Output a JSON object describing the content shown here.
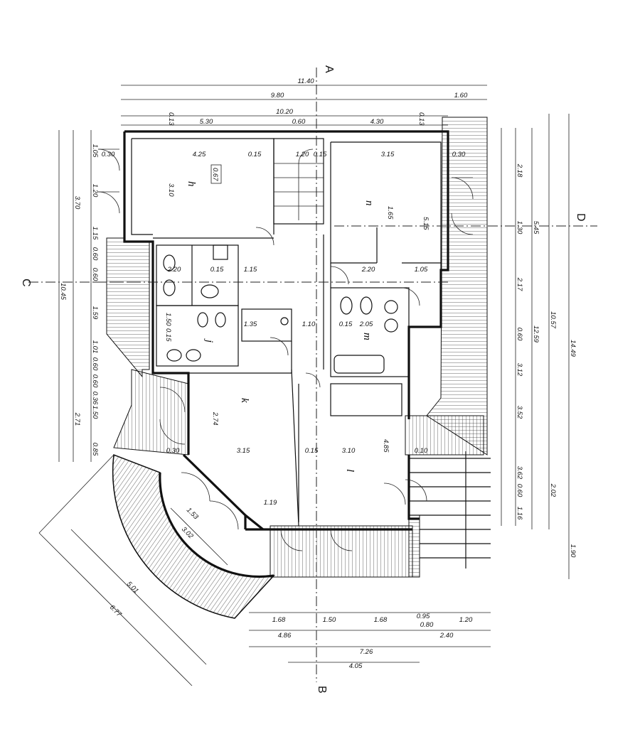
{
  "sections": {
    "a": "A",
    "b": "B",
    "c": "C",
    "d": "D"
  },
  "rooms": {
    "h": "h",
    "n": "n",
    "j": "j",
    "m": "m",
    "k": "k",
    "l": "l",
    "area_tag": "0.67"
  },
  "dims_top": {
    "overall": "11.40",
    "inner": "9.80",
    "right_seg": "1.60",
    "mid": "10.20",
    "left_seg": "5.30",
    "center_seg": "0.60",
    "right_seg2": "4.30",
    "edge_left": "0.13",
    "edge_right": "0.13"
  },
  "dims_inner": {
    "h_width": "4.25",
    "n_width": "3.15",
    "stair_a": "0.15",
    "stair_b": "1.20",
    "stair_c": "0.15",
    "wall_l": "0.30",
    "wall_r": "0.30",
    "h_depth": "3.10",
    "n_depth_a": "1.65",
    "n_depth_b": "5.15",
    "bath_a": "2.20",
    "bath_b": "0.15",
    "bath_c": "1.15",
    "corr_a": "1.35",
    "corr_b": "1.10",
    "corr_c": "0.15",
    "corr_d": "2.05",
    "n_right_a": "2.20",
    "n_right_b": "1.05",
    "k_depth": "2.74",
    "k_width": "3.15",
    "kl_wall": "0.15",
    "l_width": "3.10",
    "l_depth": "4.85",
    "wall_k": "0.30",
    "wall_l2": "0.10",
    "bay": "1.19",
    "j_a": "1.50",
    "j_b": "0.15"
  },
  "dims_left": [
    "1.05",
    "1.20",
    "3.70",
    "1.15",
    "0.60",
    "0.60",
    "1.59",
    "10.45",
    "1.01",
    "0.60",
    "0.60",
    "0.36",
    "1.50",
    "2.71",
    "0.85"
  ],
  "dims_right": [
    "2.18",
    "5.45",
    "1.30",
    "10.57",
    "2.17",
    "12.59",
    "14.49",
    "0.60",
    "3.12",
    "3.52",
    "2.02",
    "3.62",
    "0.60",
    "1.16",
    "1.90"
  ],
  "dims_bottom": [
    "1.68",
    "1.50",
    "1.68",
    "0.95",
    "0.80",
    "1.20",
    "4.86",
    "2.40",
    "7.26",
    "4.05"
  ],
  "dims_diag": [
    "1.53",
    "3.02",
    "5.01",
    "6.77"
  ],
  "colors": {
    "ink": "#111111",
    "paper": "#ffffff"
  }
}
